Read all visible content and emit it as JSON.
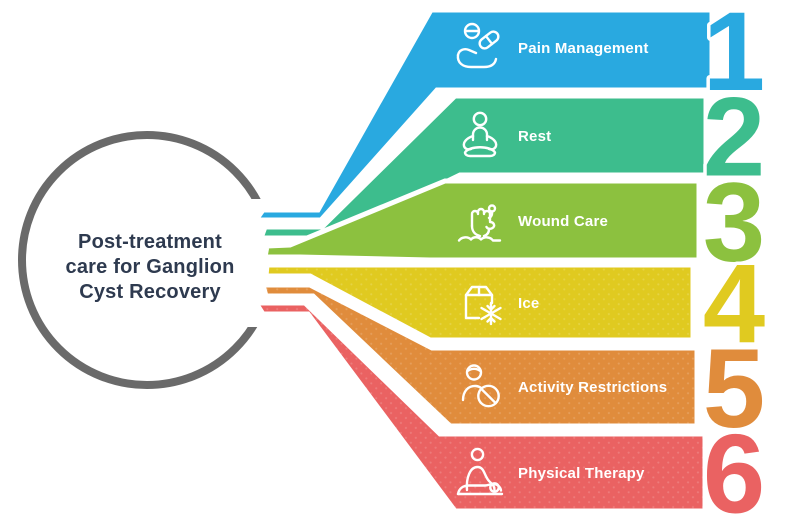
{
  "background": "#FFFFFF",
  "ring": {
    "color": "#6A6A6A"
  },
  "title": {
    "color": "#2E3A4F",
    "lines": [
      "Post-treatment",
      "care for Ganglion",
      "Cyst Recovery"
    ]
  },
  "label_color": "#FFFFFF",
  "steps": [
    {
      "number": "1",
      "label": "Pain Management",
      "color": "#29A9E0",
      "icon": "hand-with-pills"
    },
    {
      "number": "2",
      "label": "Rest",
      "color": "#3DBD8D",
      "icon": "meditating-person"
    },
    {
      "number": "3",
      "label": "Wound Care",
      "color": "#8CC13F",
      "icon": "fist-from-ground"
    },
    {
      "number": "4",
      "label": "Ice",
      "color": "#E0CA20",
      "icon": "ice-box-with-snowflake"
    },
    {
      "number": "5",
      "label": "Activity Restrictions",
      "color": "#E08C3C",
      "icon": "person-with-prohibition-sign"
    },
    {
      "number": "6",
      "label": "Physical Therapy",
      "color": "#EA6262",
      "icon": "massage-person"
    }
  ]
}
